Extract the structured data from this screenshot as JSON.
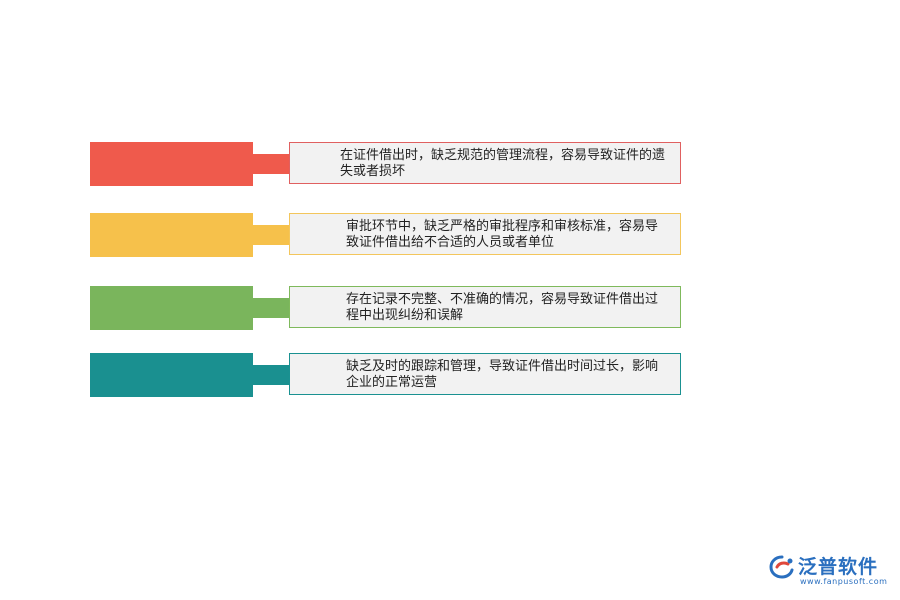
{
  "items": [
    {
      "text": "在证件借出时，缺乏规范的管理流程，容易导致证件的遗失或者损坏",
      "color": "#ef5a4c"
    },
    {
      "text": "审批环节中，缺乏严格的审批程序和审核标准，容易导致证件借出给不合适的人员或者单位",
      "color": "#f6c14b"
    },
    {
      "text": "存在记录不完整、不准确的情况，容易导致证件借出过程中出现纠纷和误解",
      "color": "#7ab55c"
    },
    {
      "text": "缺乏及时的跟踪和管理，导致证件借出时间过长，影响企业的正常运营",
      "color": "#1a9090"
    }
  ],
  "logo": {
    "name": "泛普软件",
    "url": "www.fanpusoft.com",
    "color": "#2a6fbf"
  }
}
